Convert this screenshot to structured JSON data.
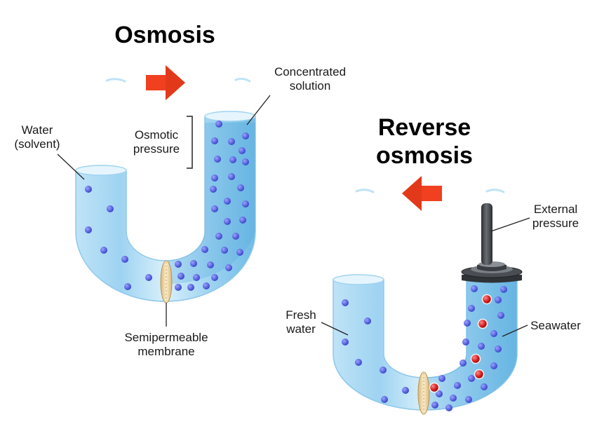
{
  "titles": {
    "osmosis": "Osmosis",
    "reverse_line1": "Reverse",
    "reverse_line2": "osmosis"
  },
  "labels": {
    "concentrated_solution": [
      "Concentrated",
      "solution"
    ],
    "water_solvent": [
      "Water",
      "(solvent)"
    ],
    "osmotic_pressure": [
      "Osmotic",
      "pressure"
    ],
    "semipermeable_membrane": [
      "Semipermeable",
      "membrane"
    ],
    "external_pressure": [
      "External",
      "pressure"
    ],
    "fresh_water": [
      "Fresh",
      "water"
    ],
    "seawater": "Seawater"
  },
  "colors": {
    "water_light": "#d8eefa",
    "water_mid": "#9fd3f0",
    "water_dark": "#4fa6dc",
    "molecule_blue": "#4a55d8",
    "molecule_red": "#d42020",
    "arrow_red": "#f0401f",
    "membrane": "#f2d9a8",
    "piston": "#3a3d42"
  }
}
